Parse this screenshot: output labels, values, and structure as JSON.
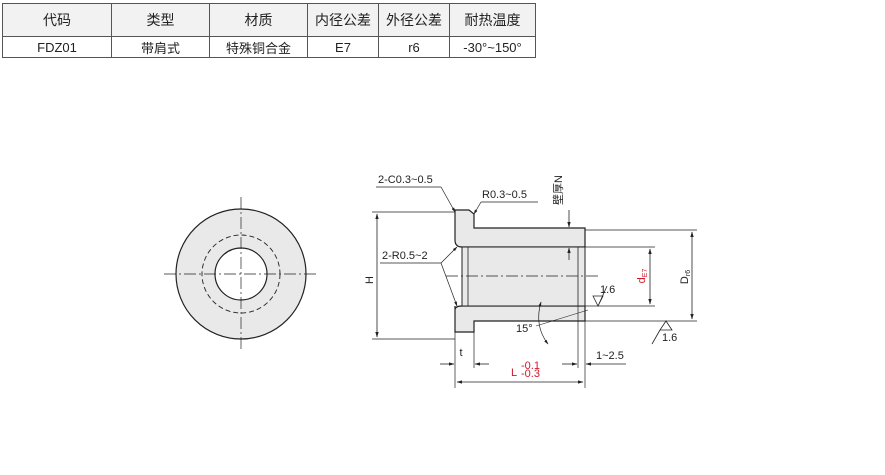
{
  "spec_table": {
    "headers": [
      "代码",
      "类型",
      "材质",
      "内径公差",
      "外径公差",
      "耐热温度"
    ],
    "row": [
      "FDZ01",
      "带肩式",
      "特殊铜合金",
      "E7",
      "r6",
      "-30°~150°"
    ]
  },
  "drawing": {
    "chamfer": "2-C0.3~0.5",
    "radius_top": "R0.3~0.5",
    "wall_thickness": "壁厚N",
    "radius_fillet": "2-R0.5~2",
    "height": "H",
    "inner_dia": "d",
    "inner_tol": "E7",
    "outer_dia": "D",
    "outer_tol": "r6",
    "roughness_inner": "1.6",
    "roughness_outer": "1.6",
    "angle": "15°",
    "flange_thickness": "t",
    "length": "L",
    "length_tol_upper": "-0.1",
    "length_tol_lower": "-0.3",
    "relief": "1~2.5"
  },
  "colors": {
    "body_fill": "#e9e9e9",
    "line": "#222222",
    "accent": "#d0192a"
  }
}
